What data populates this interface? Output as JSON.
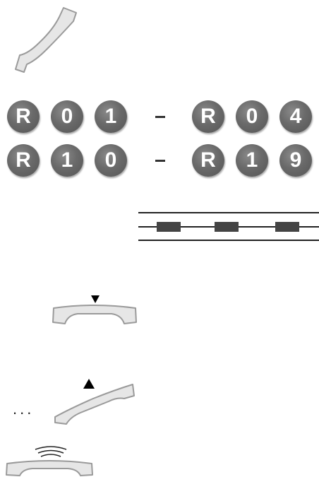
{
  "figure": {
    "handset_top": {
      "icon": "handset-lifted-icon"
    },
    "key_row_1": {
      "keys_left": [
        "R",
        "0",
        "1"
      ],
      "separator": "–",
      "keys_right": [
        "R",
        "0",
        "4"
      ]
    },
    "key_row_2": {
      "keys_left": [
        "R",
        "1",
        "0"
      ],
      "separator": "–",
      "keys_right": [
        "R",
        "1",
        "9"
      ]
    },
    "line_diagram": {
      "icon": "interrupted-line-icon",
      "segments": 3
    },
    "handset_replace": {
      "icon": "handset-on-hook-down-arrow-icon"
    },
    "handset_lift": {
      "prefix": "...",
      "icon": "handset-off-hook-up-arrow-icon"
    },
    "handset_ringing": {
      "icon": "handset-ringing-icon"
    },
    "colors": {
      "key_fill": "#6a6a6a",
      "key_text": "#ffffff",
      "handset_fill": "#e6e6e6",
      "handset_stroke": "#9a9a9a",
      "line_color": "#222222",
      "segment_color": "#444444"
    }
  }
}
